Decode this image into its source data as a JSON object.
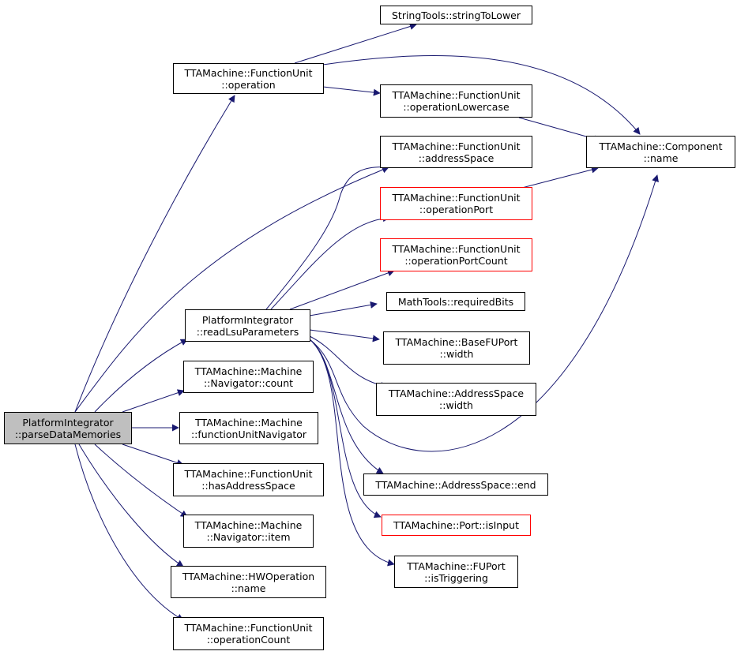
{
  "colors": {
    "edge": "#191970",
    "red_border": "#ff0000",
    "root_fill": "#bfbfbf"
  },
  "nodes": {
    "root": [
      "PlatformIntegrator",
      "::parseDataMemories"
    ],
    "read_lsu": [
      "PlatformIntegrator",
      "::readLsuParameters"
    ],
    "fu_operation": [
      "TTAMachine::FunctionUnit",
      "::operation"
    ],
    "string_to_lower": [
      "StringTools::stringToLower"
    ],
    "op_lowercase": [
      "TTAMachine::FunctionUnit",
      "::operationLowercase"
    ],
    "component_name": [
      "TTAMachine::Component",
      "::name"
    ],
    "address_space": [
      "TTAMachine::FunctionUnit",
      "::addressSpace"
    ],
    "operation_port": [
      "TTAMachine::FunctionUnit",
      "::operationPort"
    ],
    "operation_port_count": [
      "TTAMachine::FunctionUnit",
      "::operationPortCount"
    ],
    "required_bits": [
      "MathTools::requiredBits"
    ],
    "basefuport_width": [
      "TTAMachine::BaseFUPort",
      "::width"
    ],
    "addrspace_width": [
      "TTAMachine::AddressSpace",
      "::width"
    ],
    "navigator_count": [
      "TTAMachine::Machine",
      "::Navigator::count"
    ],
    "fu_navigator": [
      "TTAMachine::Machine",
      "::functionUnitNavigator"
    ],
    "has_address_space": [
      "TTAMachine::FunctionUnit",
      "::hasAddressSpace"
    ],
    "navigator_item": [
      "TTAMachine::Machine",
      "::Navigator::item"
    ],
    "hwop_name": [
      "TTAMachine::HWOperation",
      "::name"
    ],
    "operation_count": [
      "TTAMachine::FunctionUnit",
      "::operationCount"
    ],
    "addrspace_end": [
      "TTAMachine::AddressSpace::end"
    ],
    "port_isinput": [
      "TTAMachine::Port::isInput"
    ],
    "fuport_istriggering": [
      "TTAMachine::FUPort",
      "::isTriggering"
    ]
  }
}
